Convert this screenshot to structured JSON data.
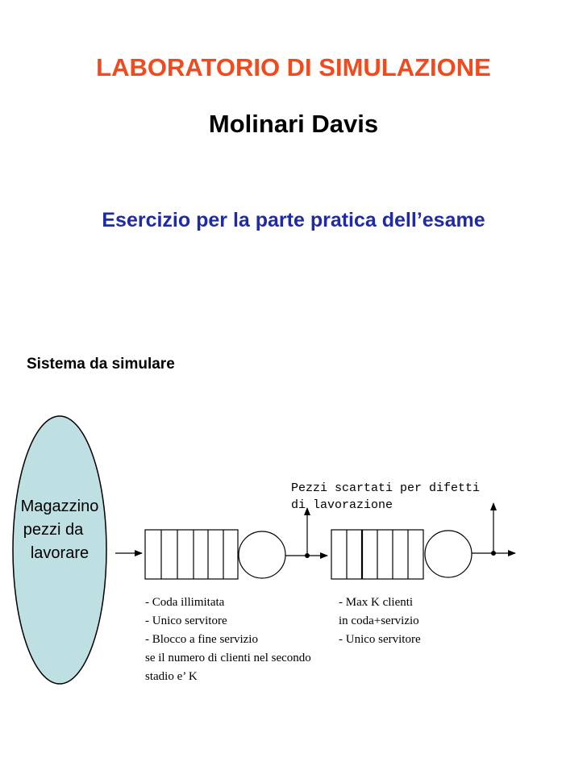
{
  "colors": {
    "title": "#f04a1e",
    "exercise": "#1f2aa6",
    "storage_fill": "#bfe0e2",
    "line": "#000000"
  },
  "header": {
    "title": "LABORATORIO DI SIMULAZIONE",
    "subtitle": "Molinari Davis",
    "exercise": "Esercizio per la parte pratica dell’esame"
  },
  "section_title": "Sistema da simulare",
  "diagram": {
    "storage": {
      "lines": [
        "Magazzino",
        "pezzi da",
        "lavorare"
      ]
    },
    "scrap_note": {
      "lines": [
        "Pezzi scartati per difetti",
        "di lavorazione"
      ]
    },
    "stage1": {
      "notes": [
        "- Coda illimitata",
        "- Unico servitore",
        "- Blocco a fine servizio",
        "se il numero di clienti nel secondo",
        "stadio e’ K"
      ]
    },
    "stage2": {
      "notes": [
        "- Max K clienti",
        "in coda+servizio",
        "- Unico servitore"
      ]
    }
  }
}
